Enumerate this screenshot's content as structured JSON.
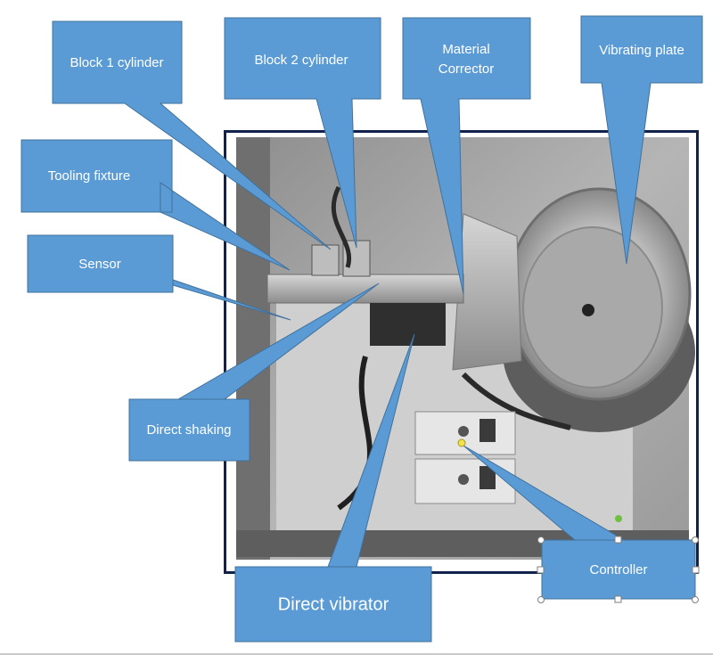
{
  "labels": {
    "block1": "Block 1 cylinder",
    "block2": "Block 2 cylinder",
    "corrector_line1": "Material",
    "corrector_line2": "Corrector",
    "vibrating_plate": "Vibrating plate",
    "tooling": "Tooling fixture",
    "sensor": "Sensor",
    "direct_shaking": "Direct shaking",
    "direct_vibrator": "Direct vibrator",
    "controller": "Controller"
  },
  "colors": {
    "callout_fill": "#5b9bd5",
    "callout_stroke": "#41719c",
    "frame": "#11224d"
  }
}
